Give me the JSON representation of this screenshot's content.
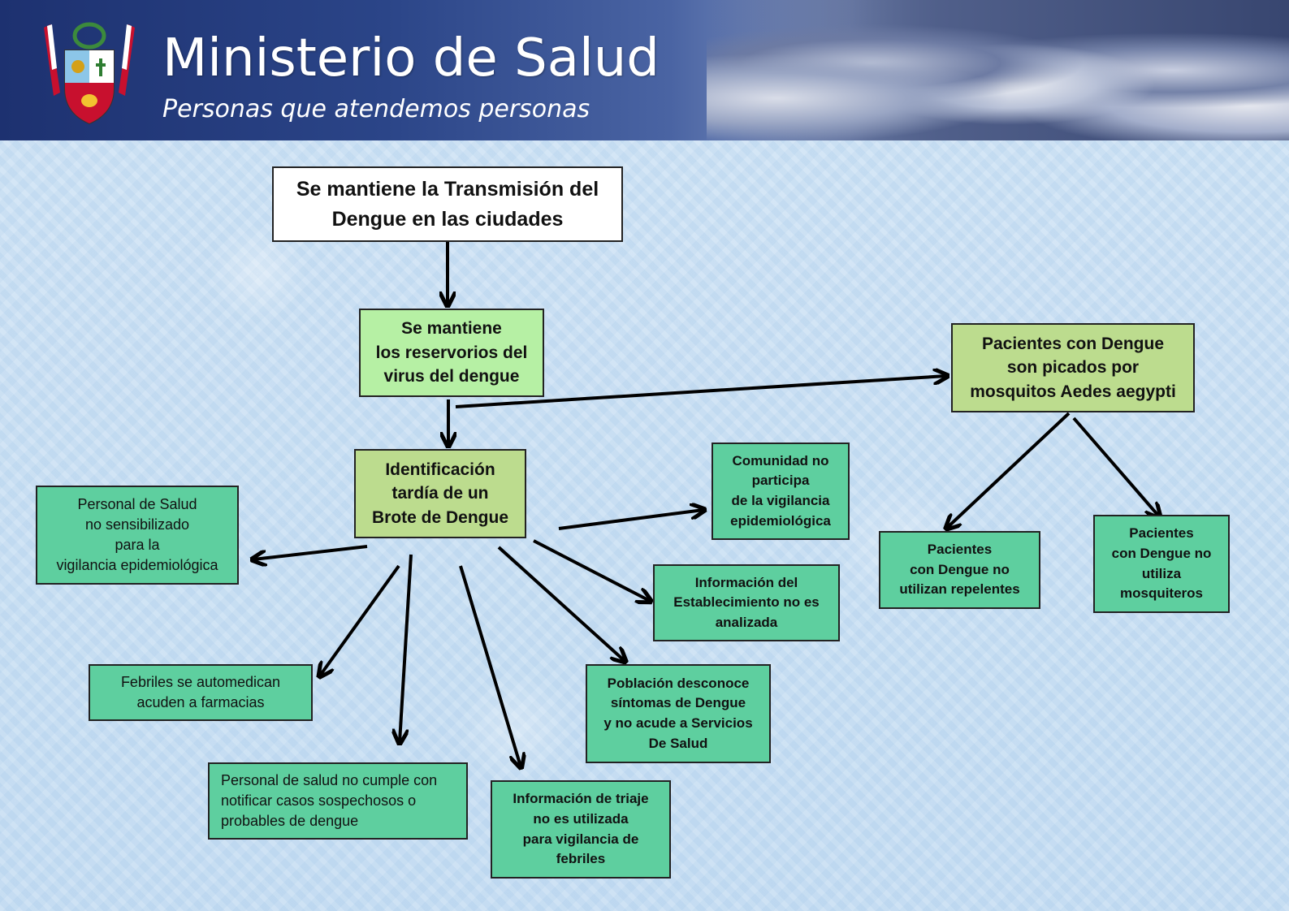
{
  "banner": {
    "title": "Ministerio de Salud",
    "subtitle": "Personas que atendemos personas"
  },
  "nodes": {
    "root": "Se mantiene la Transmisión del\nDengue en las ciudades",
    "reservorios": "Se mantiene\nlos reservorios del\nvirus del dengue",
    "pacientes_picados": "Pacientes con Dengue\nson picados por\nmosquitos Aedes aegypti",
    "identificacion": "Identificación\ntardía de un\nBrote de Dengue",
    "comunidad": "Comunidad no\nparticipa\nde la vigilancia\nepidemiológica",
    "personal_no_sensibilizado": "Personal de Salud\nno sensibilizado\npara la\nvigilancia epidemiológica",
    "informacion_establecimiento": "Información del\nEstablecimiento no es\nanalizada",
    "repelentes": "Pacientes\ncon Dengue no\nutilizan repelentes",
    "mosquiteros": "Pacientes\ncon Dengue no\nutiliza\nmosquiteros",
    "febriles": "Febriles se automedican\nacuden a farmacias",
    "poblacion": "Población desconoce\nsíntomas de Dengue\ny no acude a Servicios\nDe Salud",
    "personal_no_cumple": "Personal de salud no cumple con\nnotificar casos sospechosos o\nprobables de dengue",
    "triaje": "Información de triaje\nno es utilizada\npara vigilancia de\nfebriles"
  },
  "colors": {
    "root_fill": "#ffffff",
    "level1_fill": "#b6f0a4",
    "level2_fill": "#bcdc8e",
    "cause_fill": "#5ecf9f",
    "arrow": "#000000"
  }
}
